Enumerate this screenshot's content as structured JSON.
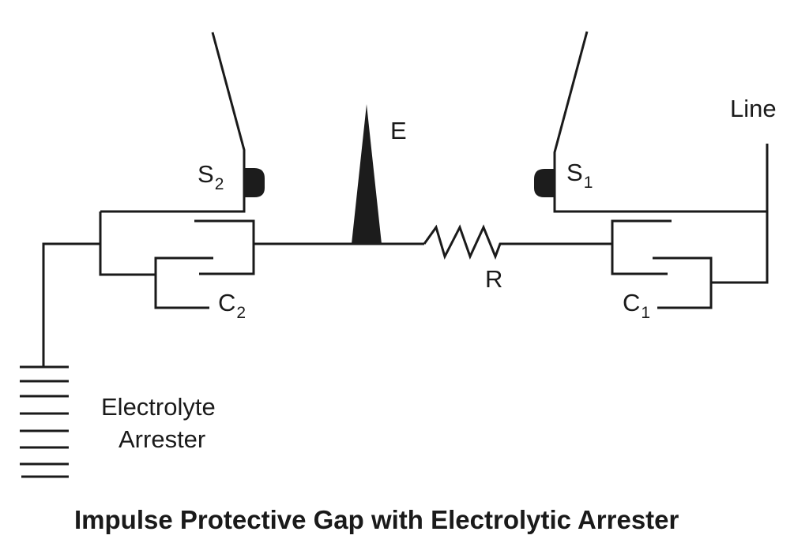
{
  "diagram": {
    "title": "Impulse Protective Gap with Electrolytic Arrester",
    "labels": {
      "line": "Line",
      "e": "E",
      "r": "R",
      "s1_main": "S",
      "s1_sub": "1",
      "s2_main": "S",
      "s2_sub": "2",
      "c1_main": "C",
      "c1_sub": "1",
      "c2_main": "C",
      "c2_sub": "2",
      "arrester_line1": "Electrolyte",
      "arrester_line2": "Arrester"
    },
    "components": [
      {
        "id": "S1",
        "type": "sphere-gap-electrode"
      },
      {
        "id": "S2",
        "type": "sphere-gap-electrode"
      },
      {
        "id": "C1",
        "type": "capacitor"
      },
      {
        "id": "C2",
        "type": "capacitor"
      },
      {
        "id": "R",
        "type": "resistor"
      },
      {
        "id": "E",
        "type": "spark-electrode"
      },
      {
        "id": "Electrolyte Arrester",
        "type": "electrolytic-arrester"
      }
    ],
    "colors": {
      "ink": "#1a1a1a",
      "background": "#ffffff"
    }
  }
}
